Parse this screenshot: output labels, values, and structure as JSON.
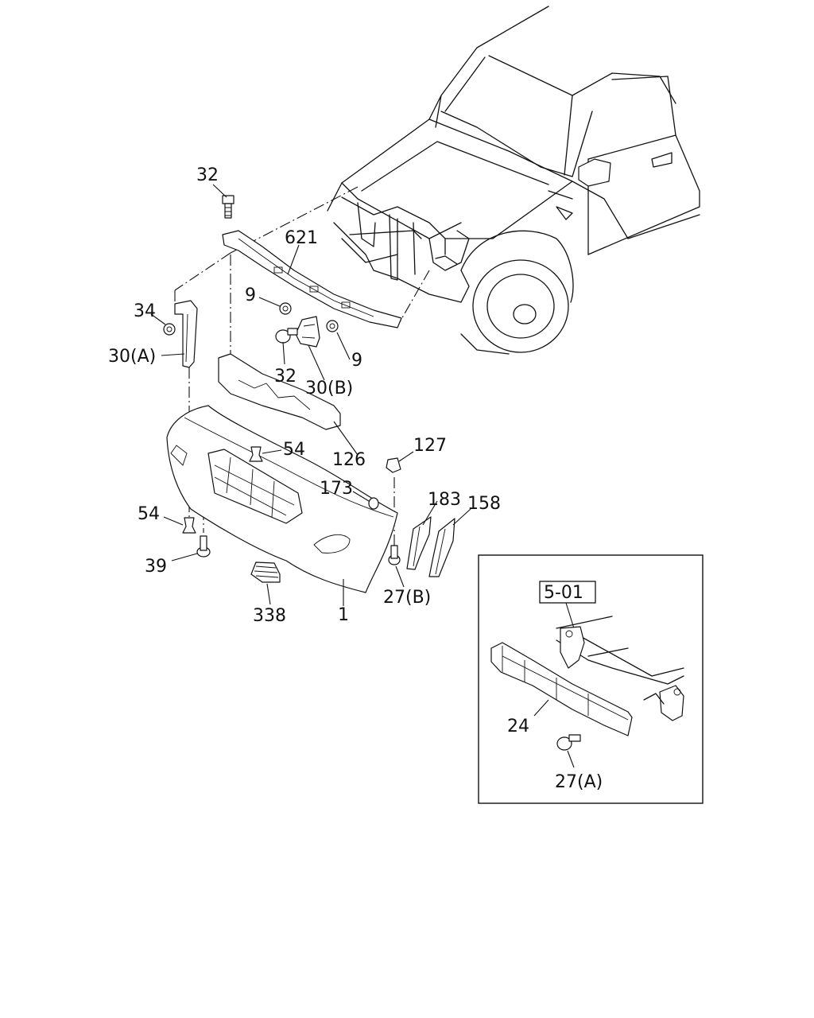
{
  "callouts": {
    "c32_top": "32",
    "c621": "621",
    "c9_left": "9",
    "c34": "34",
    "c30a": "30(A)",
    "c32_mid": "32",
    "c9_right": "9",
    "c30b": "30(B)",
    "c54_top": "54",
    "c126": "126",
    "c127": "127",
    "c173": "173",
    "c183": "183",
    "c158": "158",
    "c54_left": "54",
    "c39": "39",
    "c27b": "27(B)",
    "c338": "338",
    "c1": "1",
    "c501": "5-01",
    "c24": "24",
    "c27a": "27(A)"
  }
}
